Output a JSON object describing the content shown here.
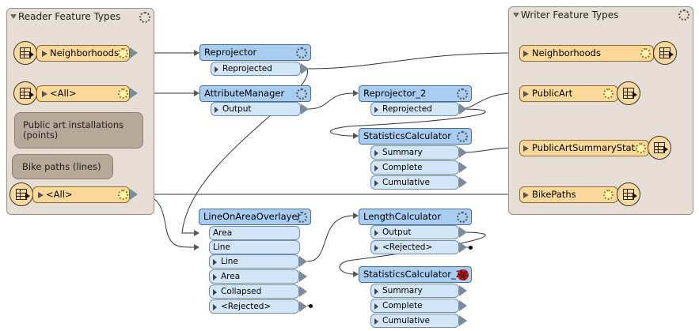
{
  "reader_panel": {
    "title": "Reader Feature Types",
    "features": [
      {
        "label": "Neighborhoods"
      },
      {
        "label": "<All>"
      },
      {
        "label": "<All>"
      }
    ],
    "notes": [
      "Public art installations (points)",
      "Bike paths (lines)"
    ]
  },
  "writer_panel": {
    "title": "Writer Feature Types",
    "features": [
      {
        "label": "Neighborhoods"
      },
      {
        "label": "PublicArt"
      },
      {
        "label": "PublicArtSummaryStats"
      },
      {
        "label": "BikePaths"
      }
    ]
  },
  "transformers": {
    "reprojector": {
      "title": "Reprojector",
      "ports": [
        "Reprojected"
      ]
    },
    "attribute_manager": {
      "title": "AttributeManager",
      "ports": [
        "Output"
      ]
    },
    "reprojector_2": {
      "title": "Reprojector_2",
      "ports": [
        "Reprojected"
      ]
    },
    "statistics_calculator": {
      "title": "StatisticsCalculator",
      "ports": [
        "Summary",
        "Complete",
        "Cumulative"
      ]
    },
    "line_on_area_overlayer": {
      "title": "LineOnAreaOverlayer",
      "inputs": [
        "Area",
        "Line"
      ],
      "ports": [
        "Line",
        "Area",
        "Collapsed",
        "<Rejected>"
      ]
    },
    "length_calculator": {
      "title": "LengthCalculator",
      "ports": [
        "Output",
        "<Rejected>"
      ]
    },
    "statistics_calculator_2": {
      "title": "StatisticsCalculator_2",
      "ports": [
        "Summary",
        "Complete",
        "Cumulative"
      ]
    }
  },
  "colors": {
    "panel_bg": "#e6ddd4",
    "feature_bg": "#f9d89a",
    "transformer_header": "#a8cdf0",
    "port_bg": "#d3e6f8",
    "note_bg": "#b7a99a",
    "warning_gear": "#c81e1e"
  }
}
